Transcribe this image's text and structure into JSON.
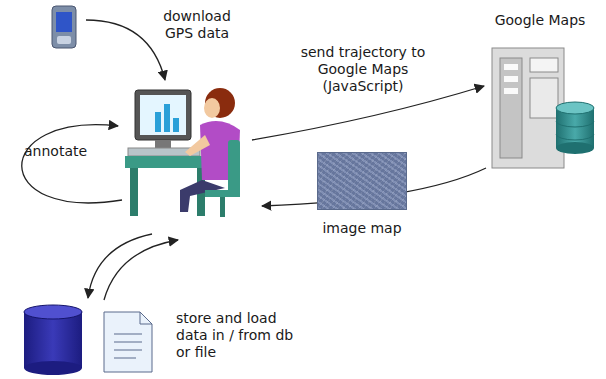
{
  "diagram": {
    "nodes": [
      {
        "text": [
          "Google Maps"
        ]
      },
      {
        "text": [
          "image map"
        ]
      }
    ],
    "labels": [
      "download GPS data",
      "send trajectory to Google Maps (JavaScript)",
      "annotate",
      "store and load data in / from db or file"
    ]
  }
}
